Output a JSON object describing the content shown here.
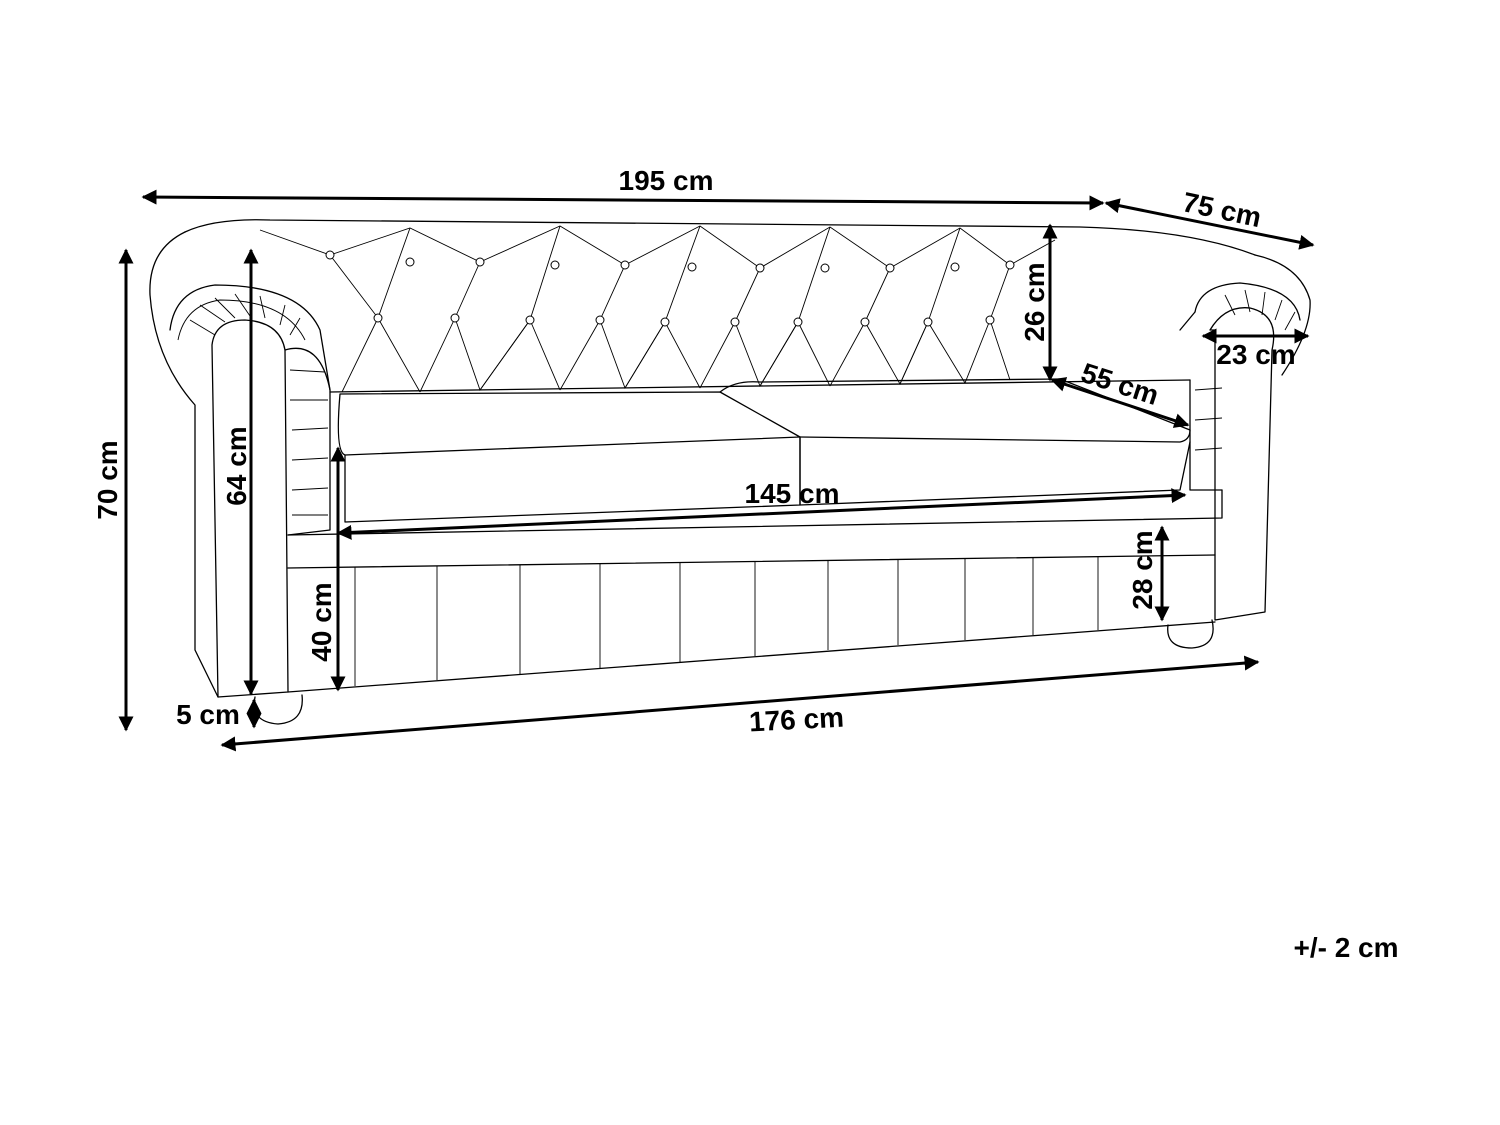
{
  "dimensions": {
    "total_width": "195 cm",
    "depth": "75 cm",
    "back_height": "26 cm",
    "arm_width": "23 cm",
    "seat_depth": "55 cm",
    "seat_width": "145 cm",
    "total_height": "70 cm",
    "arm_height": "64 cm",
    "seat_height": "40 cm",
    "base_height": "28 cm",
    "leg_height": "5 cm",
    "base_width": "176 cm"
  },
  "tolerance": "+/- 2 cm"
}
